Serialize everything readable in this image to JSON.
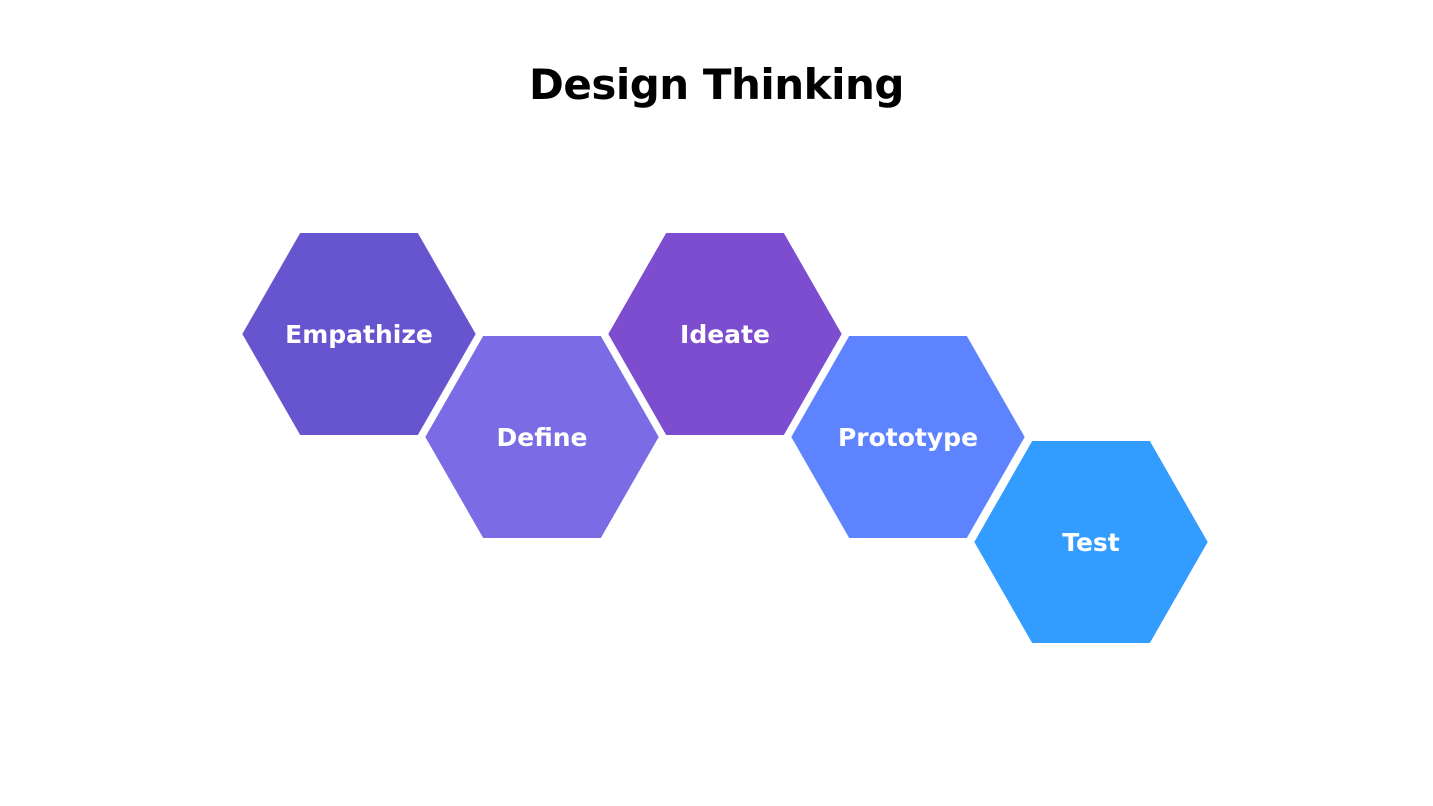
{
  "title": "Design Thinking",
  "steps": [
    {
      "label": "Empathize",
      "color": "#6755cf"
    },
    {
      "label": "Define",
      "color": "#7b6be4"
    },
    {
      "label": "Ideate",
      "color": "#7c4dce"
    },
    {
      "label": "Prototype",
      "color": "#5e83fe"
    },
    {
      "label": "Test",
      "color": "#339cff"
    }
  ]
}
